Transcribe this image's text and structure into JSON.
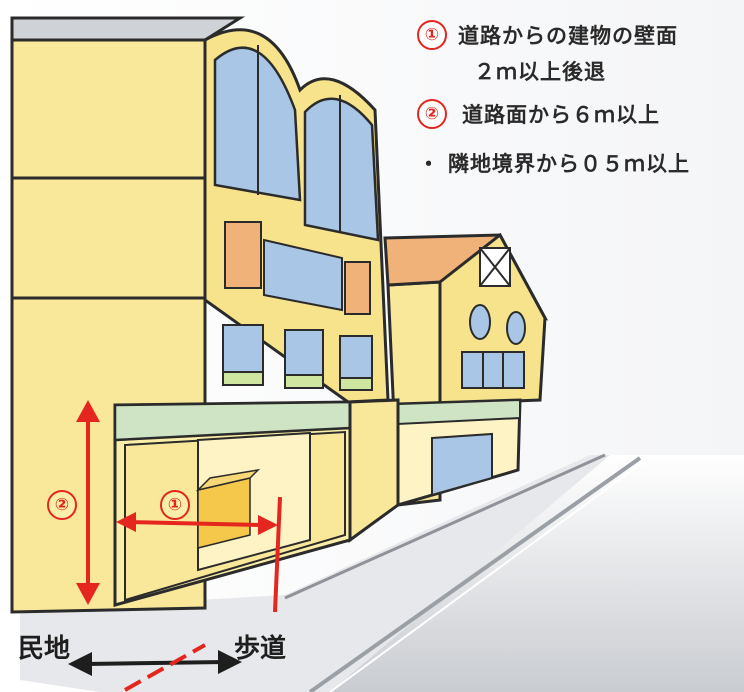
{
  "notes": [
    {
      "marker": "①",
      "line1": "道路からの建物の壁面",
      "line2": "２ｍ以上後退"
    },
    {
      "marker": "②",
      "line1": "道路面から６ｍ以上"
    },
    {
      "marker": "・",
      "line1": "隣地境界から０５ｍ以上"
    }
  ],
  "figure": {
    "marker_height": "②",
    "marker_setback": "①",
    "label_private_land": "民地",
    "label_sidewalk": "歩道"
  },
  "colors": {
    "annotation_red": "#e4261e",
    "building_yellow": "#f9e79a",
    "road_gray": "#d7dade",
    "window_blue": "#a9c6e6",
    "orange_panel": "#f1b27a"
  }
}
